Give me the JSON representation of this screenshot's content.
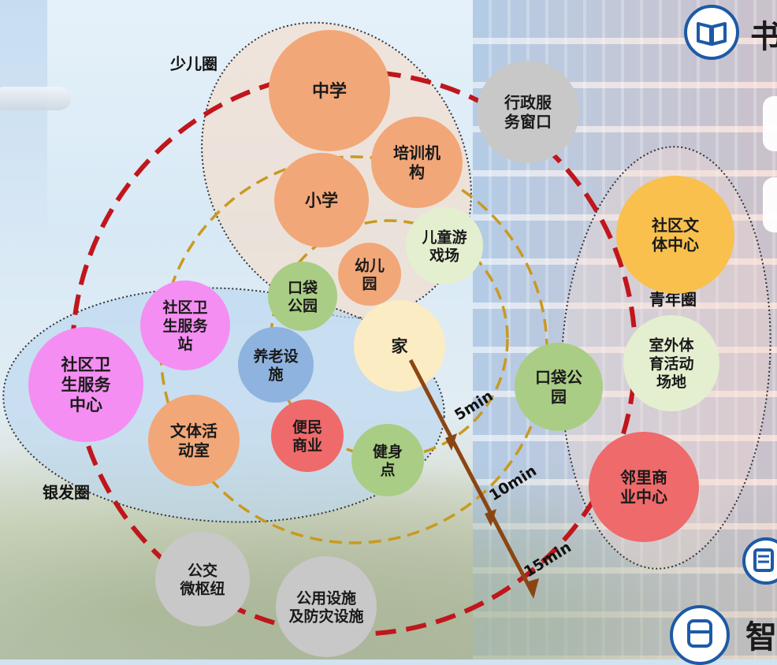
{
  "rings": {
    "r5": "5min",
    "r10": "10min",
    "r15": "15min"
  },
  "zones": {
    "child": "少儿圈",
    "youth": "青年圈",
    "senior": "银发圈"
  },
  "nodes": {
    "middle_school": "中学",
    "admin_window": "行政服\n务窗口",
    "training": "培训机\n构",
    "primary": "小学",
    "kids_play": "儿童游\n戏场",
    "kindergarten": "幼儿\n园",
    "pocket_park_inner": "口袋\n公园",
    "clinic_station": "社区卫\n生服务\n站",
    "elderly": "养老设\n施",
    "home": "家",
    "health_center": "社区卫\n生服务\n中心",
    "sports_room": "文体活\n动室",
    "convenience": "便民\n商业",
    "fitness": "健身\n点",
    "pocket_park_outer": "口袋公\n园",
    "culture_center": "社区文\n体中心",
    "outdoor_sports": "室外体\n育活动\n场地",
    "neighborhood_center": "邻里商\n业中心",
    "bus_hub": "公交\n微枢纽",
    "utilities": "公用设施\n及防灾设施"
  },
  "side_panel": {
    "top_char": "书",
    "bottom_char": "智"
  },
  "colors": {
    "ring15": "#c0161c",
    "ring10": "#c99a20",
    "ring5": "#c99a20",
    "arrow": "#8b4513",
    "orange": "#f2a778",
    "gray": "#c8c8c8",
    "pink": "#f48ef2",
    "blue": "#8eb3df",
    "yellow": "#fcecc3",
    "gold": "#f9c04d",
    "red": "#ef6a6a",
    "green": "#a9cd84",
    "palegreen": "#e4efd0",
    "panel_blue": "#1d5aa6"
  }
}
